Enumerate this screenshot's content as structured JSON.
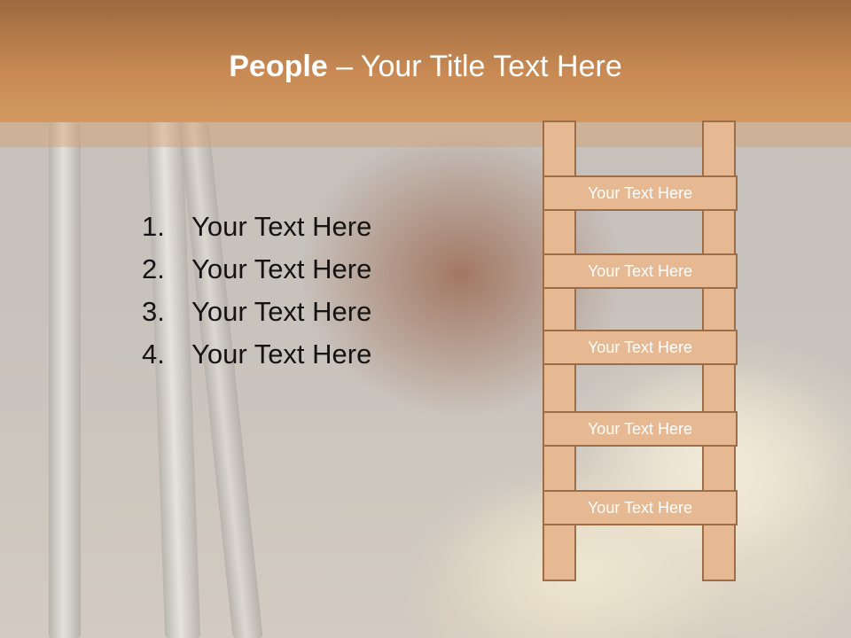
{
  "header": {
    "title_bold": "People",
    "title_rest": " – Your Title Text Here"
  },
  "list": [
    {
      "num": "1.",
      "text": "Your Text Here"
    },
    {
      "num": "2.",
      "text": "Your Text Here"
    },
    {
      "num": "3.",
      "text": "Your Text Here"
    },
    {
      "num": "4.",
      "text": "Your Text Here"
    }
  ],
  "ladder": {
    "rungs": [
      "Your Text Here",
      "Your Text Here",
      "Your Text Here",
      "Your Text Here",
      "Your Text Here"
    ]
  },
  "colors": {
    "header": "#c98a54",
    "ladder_fill": "#e6b992",
    "ladder_border": "#9d6d47"
  }
}
